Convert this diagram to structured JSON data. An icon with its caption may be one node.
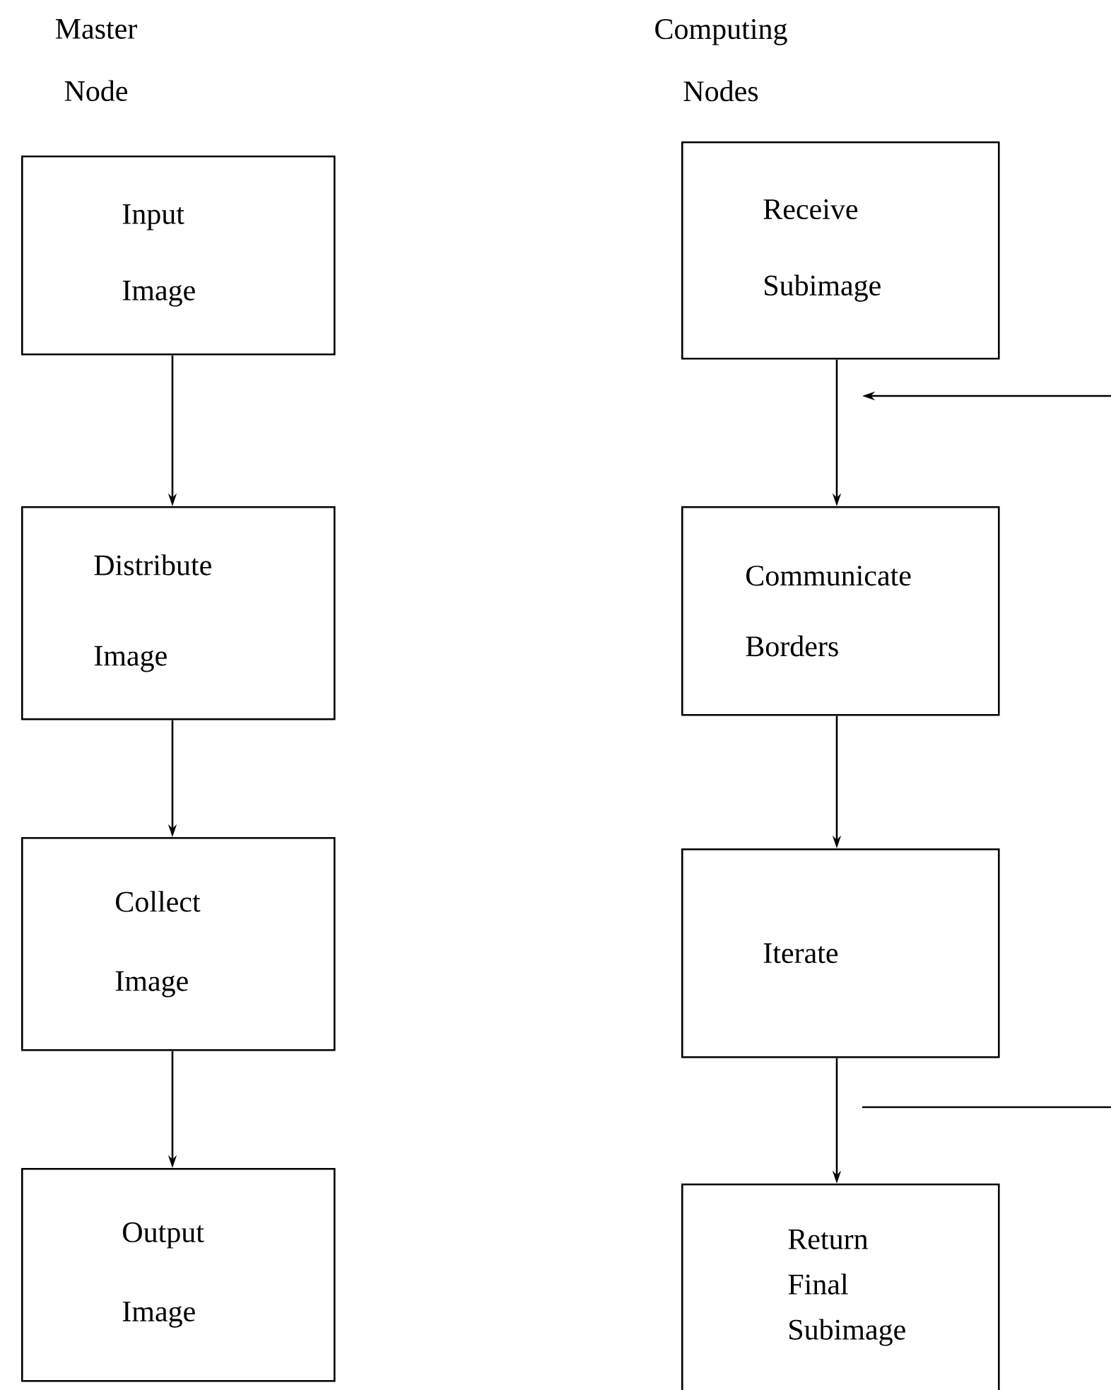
{
  "diagram": {
    "nodes": [
      {
        "text": [
          "Input Image"
        ]
      },
      {
        "text": [
          "Distribute Image"
        ]
      },
      {
        "text": [
          "Collect Image"
        ]
      },
      {
        "text": [
          "Output Image"
        ]
      },
      {
        "text": [
          "Receive Subimage"
        ]
      },
      {
        "text": [
          "Communicate Borders"
        ]
      },
      {
        "text": [
          "Iterate"
        ]
      },
      {
        "text": [
          "Return Final Subimage"
        ]
      }
    ],
    "edges": [
      {
        "from": 0,
        "to": 1,
        "arrow": "to"
      },
      {
        "from": 1,
        "to": 2,
        "arrow": "to"
      },
      {
        "from": 2,
        "to": 3,
        "arrow": "to"
      },
      {
        "from": 4,
        "to": 5,
        "arrow": "to"
      },
      {
        "from": 5,
        "to": 6,
        "arrow": "to"
      },
      {
        "from": 6,
        "to": 7,
        "arrow": "to"
      }
    ],
    "labels": [
      "Master Node",
      "Computing Nodes"
    ]
  }
}
